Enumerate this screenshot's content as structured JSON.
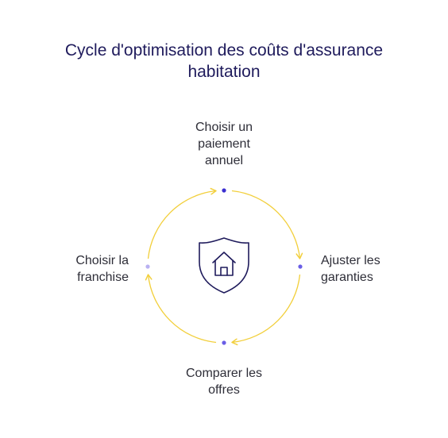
{
  "title": {
    "line1": "Cycle d'optimisation des coûts d'assurance",
    "line2": "habitation"
  },
  "steps": [
    {
      "lines": [
        "Choisir un",
        "paiement",
        "annuel"
      ]
    },
    {
      "lines": [
        "Ajuster les",
        "garanties"
      ]
    },
    {
      "lines": [
        "Comparer les",
        "offres"
      ]
    },
    {
      "lines": [
        "Choisir la",
        "franchise"
      ]
    }
  ],
  "center_icon": "shield-house-icon",
  "colors": {
    "title": "#1f1b5c",
    "arrow": "#f2cf3b",
    "node_dark": "#3b2fd0",
    "node_mid": "#6a5ee6",
    "node_light": "#b9b1f2",
    "icon": "#1f1b5c"
  }
}
